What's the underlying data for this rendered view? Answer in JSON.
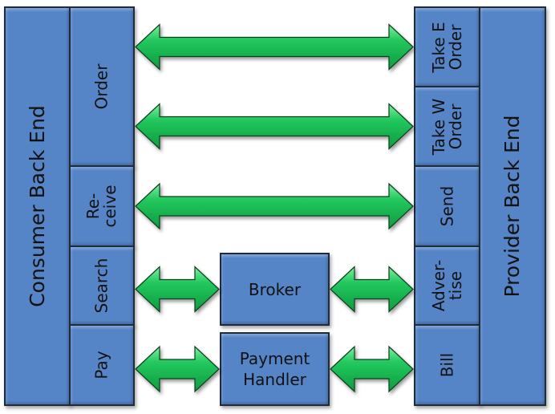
{
  "diagram": {
    "consumer": {
      "label": "Consumer Back End",
      "interfaces": [
        {
          "id": "order",
          "label": "Order"
        },
        {
          "id": "receive",
          "label": "Re-\nceive"
        },
        {
          "id": "search",
          "label": "Search"
        },
        {
          "id": "pay",
          "label": "Pay"
        }
      ]
    },
    "provider": {
      "label": "Provider Back End",
      "interfaces": [
        {
          "id": "take-e-order",
          "label": "Take E\nOrder"
        },
        {
          "id": "take-w-order",
          "label": "Take W\nOrder"
        },
        {
          "id": "send",
          "label": "Send"
        },
        {
          "id": "advertise",
          "label": "Adver-\ntise"
        },
        {
          "id": "bill",
          "label": "Bill"
        }
      ]
    },
    "intermediaries": [
      {
        "id": "broker",
        "label": "Broker"
      },
      {
        "id": "payment-handler",
        "label": "Payment\nHandler"
      }
    ],
    "connections": [
      {
        "from": "order",
        "to": "take-e-order",
        "style": "bidirectional"
      },
      {
        "from": "order",
        "to": "take-w-order",
        "style": "bidirectional"
      },
      {
        "from": "receive",
        "to": "send",
        "style": "bidirectional"
      },
      {
        "from": "search",
        "to": "broker",
        "style": "bidirectional"
      },
      {
        "from": "broker",
        "to": "advertise",
        "style": "bidirectional"
      },
      {
        "from": "pay",
        "to": "payment-handler",
        "style": "bidirectional"
      },
      {
        "from": "payment-handler",
        "to": "bill",
        "style": "bidirectional"
      }
    ],
    "colors": {
      "box_fill": "#5585c7",
      "box_border": "#1f2a3a",
      "arrow_fill": "#1fbf5a",
      "arrow_border": "#0b3d1c"
    }
  }
}
